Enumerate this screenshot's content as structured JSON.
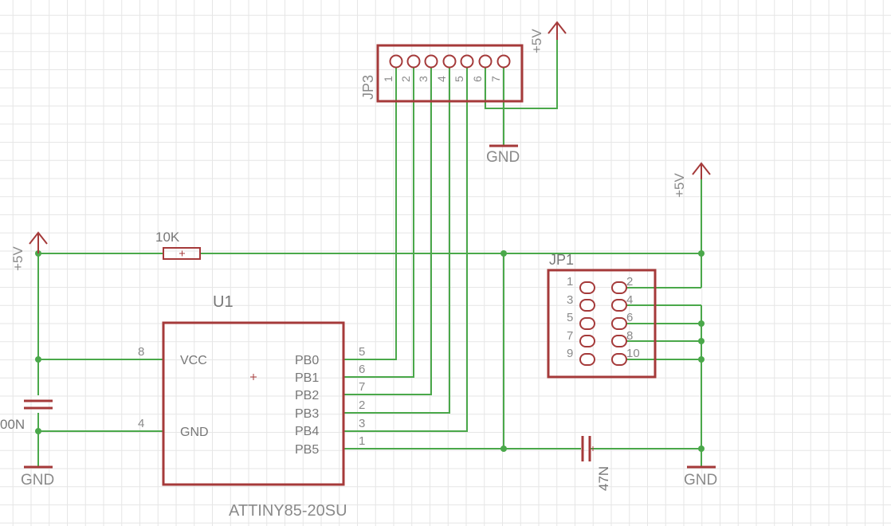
{
  "power": {
    "vcc_label": "+5V",
    "gnd_label": "GND"
  },
  "u1": {
    "name": "U1",
    "value": "ATTINY85-20SU",
    "left_pins": [
      {
        "num": "8",
        "name": "VCC"
      },
      {
        "num": "4",
        "name": "GND"
      }
    ],
    "right_pins": [
      {
        "name": "PB0",
        "num": "5"
      },
      {
        "name": "PB1",
        "num": "6"
      },
      {
        "name": "PB2",
        "num": "7"
      },
      {
        "name": "PB3",
        "num": "2"
      },
      {
        "name": "PB4",
        "num": "3"
      },
      {
        "name": "PB5",
        "num": "1"
      }
    ]
  },
  "r1": {
    "value": "10K"
  },
  "c1": {
    "value": "00N"
  },
  "c2": {
    "value": "47N"
  },
  "jp3": {
    "name": "JP3",
    "pins": [
      "1",
      "2",
      "3",
      "4",
      "5",
      "6",
      "7"
    ]
  },
  "jp1": {
    "name": "JP1",
    "left_pins": [
      "1",
      "3",
      "5",
      "7",
      "9"
    ],
    "right_pins": [
      "2",
      "4",
      "6",
      "8",
      "10"
    ]
  }
}
